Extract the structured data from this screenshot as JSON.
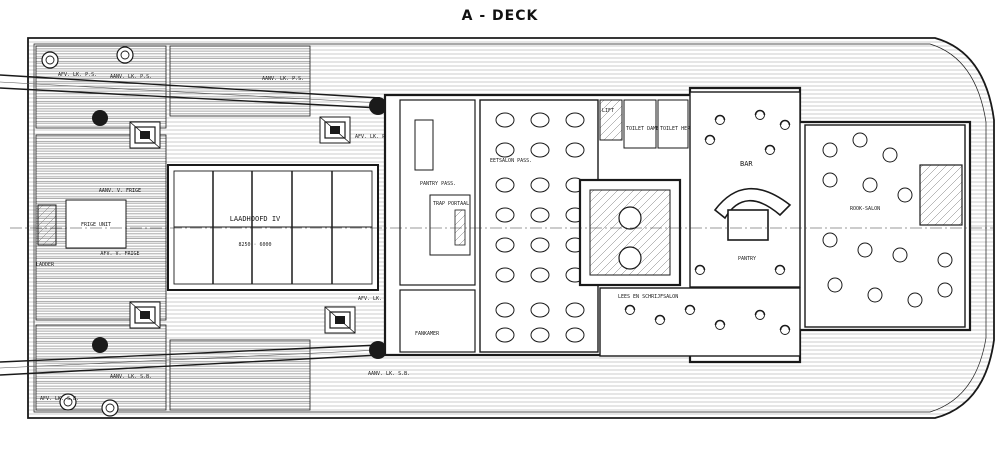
{
  "title": "A - DECK",
  "rooms": {
    "laadhoofd": "LAADHOOFD IV",
    "laadhoofd_dims": "8250 · 6000",
    "eetsalon": "EETSALON PASS.",
    "pantry_pass": "PANTRY PASS.",
    "trap_portaal": "TRAP PORTAAL",
    "toilet_dames": "TOILET DAMES",
    "toilet_heren": "TOILET HEREN",
    "bar": "BAR",
    "pantry": "PANTRY",
    "lees_en_schrijfsalon": "LEES EN SCHRIJFSALON",
    "rooksalon": "ROOK-SALON",
    "fankamer": "FANKAMER",
    "ladder": "LADDER"
  },
  "equipment": {
    "afv_lk_ps": "AFV. LK. P.S.",
    "afv_lk_sb": "AFV. LK. S.B.",
    "aanv_lk_ps": "AANV. LK. P.S.",
    "aanv_lk_sb": "AANV. LK. S.B.",
    "aanv_v_frige": "AANV. V. FRIGE",
    "afv_v_frige": "AFV. V. FRIGE",
    "frige_unit": "FRIGE UNIT",
    "lift": "LIFT"
  }
}
